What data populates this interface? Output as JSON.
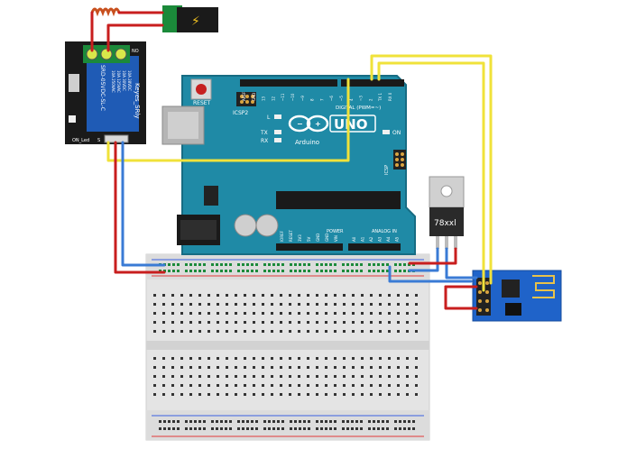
{
  "relay": {
    "model": "SRD-05VDC-SL-C",
    "brand": "Keyes_SRly",
    "contact_no": "NO",
    "spec_lines": [
      "10A 250VAC",
      "10A 125VAC",
      "10A 30VDC",
      "10A 28VDC"
    ],
    "led_label": "ON_Led",
    "signal_label": "S"
  },
  "arduino": {
    "logo": "UNO",
    "brand": "Arduino",
    "reset_label": "RESET",
    "icsp2_label": "ICSP2",
    "icsp_label": "ICSP",
    "led_l_label": "L",
    "tx_label": "TX",
    "rx_label": "RX",
    "on_label": "ON",
    "digital_label": "DIGITAL (PWM=~)",
    "power_label": "POWER",
    "analog_label": "ANALOG IN",
    "top_pins": [
      "AREF",
      "GND",
      "13",
      "12",
      "~11",
      "~10",
      "~9",
      "8",
      "7",
      "~6",
      "~5",
      "4",
      "~3",
      "2",
      "TX 1",
      "RX 0"
    ],
    "power_pins": [
      "IOREF",
      "RESET",
      "3V3",
      "5V",
      "GND",
      "GND",
      "VIN"
    ],
    "analog_pins": [
      "A0",
      "A1",
      "A2",
      "A3",
      "A4",
      "A5"
    ]
  },
  "regulator": {
    "label": "78xxl"
  },
  "dc_jack": {
    "symbol": "⚡"
  },
  "colors": {
    "board": "#1f8aa6",
    "board_dark": "#176c83",
    "relay_body": "#1f5bb5",
    "relay_pcb": "#1a1a1a",
    "esp_board": "#1f63c9",
    "wire_red": "#c81e1e",
    "wire_blue": "#3a7bd5",
    "wire_yellow": "#f0e23a",
    "breadboard": "#e6e6e6",
    "rail_red": "#e23a3a",
    "rail_blue": "#3a5fe2",
    "jack_pcb": "#1b8a3a"
  }
}
